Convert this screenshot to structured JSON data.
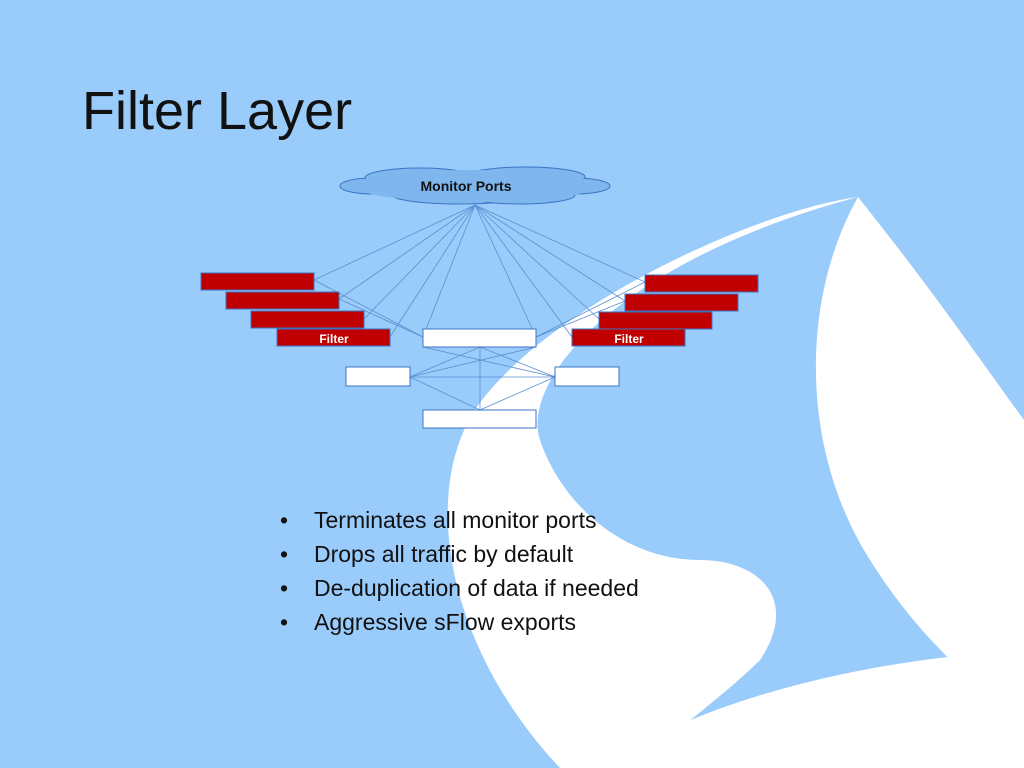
{
  "slide": {
    "title": "Filter Layer",
    "cloud_label": "Monitor Ports",
    "filter_left_label": "Filter",
    "filter_right_label": "Filter",
    "bullets": [
      "Terminates all monitor ports",
      "Drops all traffic by default",
      "De-duplication of data if needed",
      "Aggressive sFlow exports"
    ]
  },
  "colors": {
    "background": "#99cbfb",
    "swoosh": "#ffffff",
    "filter_box": "#c00000",
    "outline": "#3b74c4",
    "cloud_fill": "#7fb6ee"
  }
}
